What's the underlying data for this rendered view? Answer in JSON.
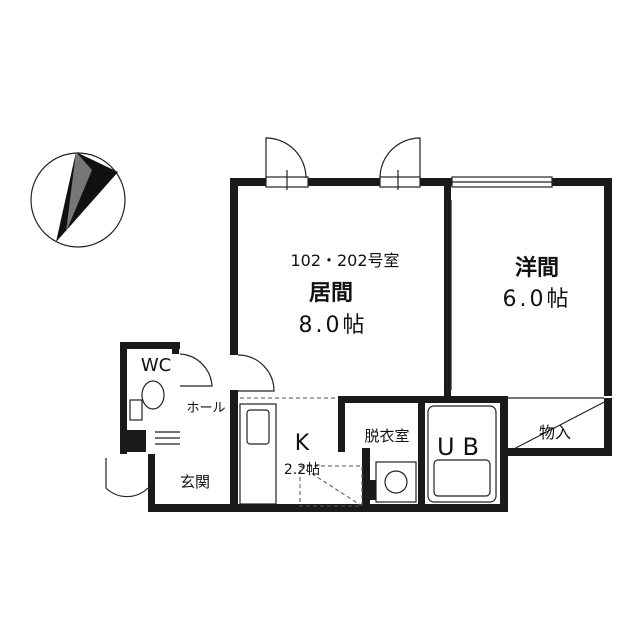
{
  "floor_plan": {
    "unit_number": "102・202号室",
    "rooms": {
      "living": {
        "name": "居間",
        "size": "8.0帖"
      },
      "western": {
        "name": "洋間",
        "size": "6.0帖"
      },
      "kitchen": {
        "name": "K",
        "size": "2.2帖"
      },
      "toilet": {
        "name": "WC"
      },
      "hall": {
        "name": "ホール"
      },
      "entrance": {
        "name": "玄関"
      },
      "dressing": {
        "name": "脱衣室"
      },
      "bath": {
        "name": "UB"
      },
      "storage": {
        "name": "物入"
      }
    },
    "colors": {
      "wall": "#1a1a1a",
      "line": "#222222",
      "background": "#ffffff"
    }
  }
}
